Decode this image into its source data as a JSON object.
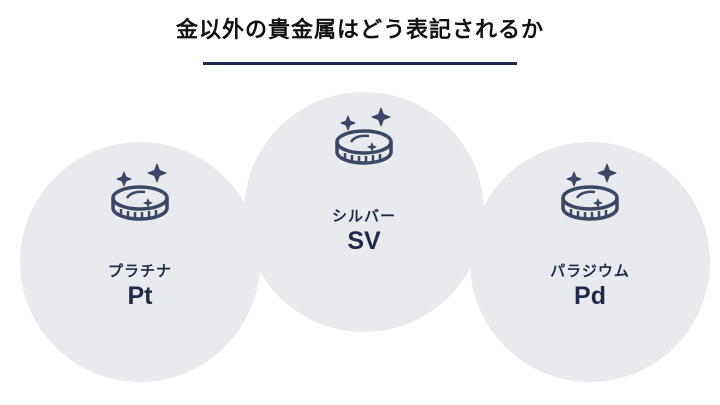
{
  "title": "金以外の貴金属はどう表記されるか",
  "metals": [
    {
      "name": "プラチナ",
      "symbol": "Pt",
      "icon": "coin-sparkle-icon"
    },
    {
      "name": "シルバー",
      "symbol": "SV",
      "icon": "coin-sparkle-icon"
    },
    {
      "name": "パラジウム",
      "symbol": "Pd",
      "icon": "coin-sparkle-icon"
    }
  ],
  "colors": {
    "circle": "#e9eaee",
    "navy": "#1f2a4a",
    "icon": "#3b4766"
  }
}
